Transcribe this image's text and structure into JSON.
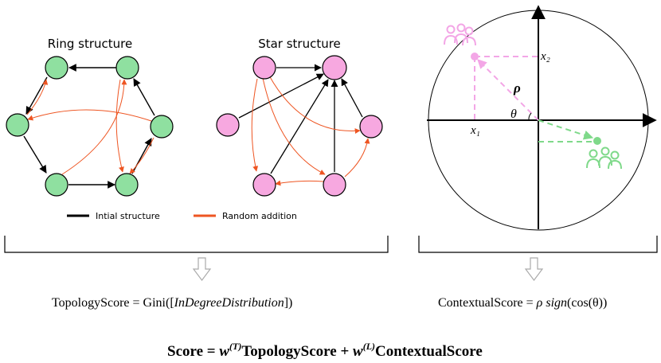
{
  "ring": {
    "title": "Ring structure"
  },
  "star": {
    "title": "Star structure"
  },
  "legend": {
    "black": "Intial structure",
    "orange": "Random addition"
  },
  "contextual_plot": {
    "rho": "ρ",
    "theta": "θ",
    "x1": "x₁",
    "x2": "x₂"
  },
  "formulas": {
    "topology_lhs": "TopologyScore = Gini([",
    "topology_arg": "InDegreeDistribution",
    "topology_rhs": "])",
    "contextual_lhs": "ContextualScore =",
    "contextual_rho": "ρ",
    "contextual_sign": "sign",
    "contextual_rest": "(cos(θ))",
    "score_lhs": "Score = ",
    "score_w1": "w",
    "score_sup1": "(T)",
    "score_term1": "TopologyScore",
    "score_plus": " + ",
    "score_w2": "w",
    "score_sup2": "(L)",
    "score_term2": "ContextualScore"
  },
  "colors": {
    "ring_node": "#8fe0a0",
    "star_node": "#f7a8e0",
    "black_edge": "#000000",
    "orange_edge": "#ee5522",
    "pink_group": "#f3a6e6",
    "green_group": "#7fd98a"
  },
  "icons": {
    "down_arrow_left": "down-outline-arrow-icon",
    "down_arrow_right": "down-outline-arrow-icon",
    "people_pink": "people-group-icon",
    "people_green": "people-group-icon"
  }
}
